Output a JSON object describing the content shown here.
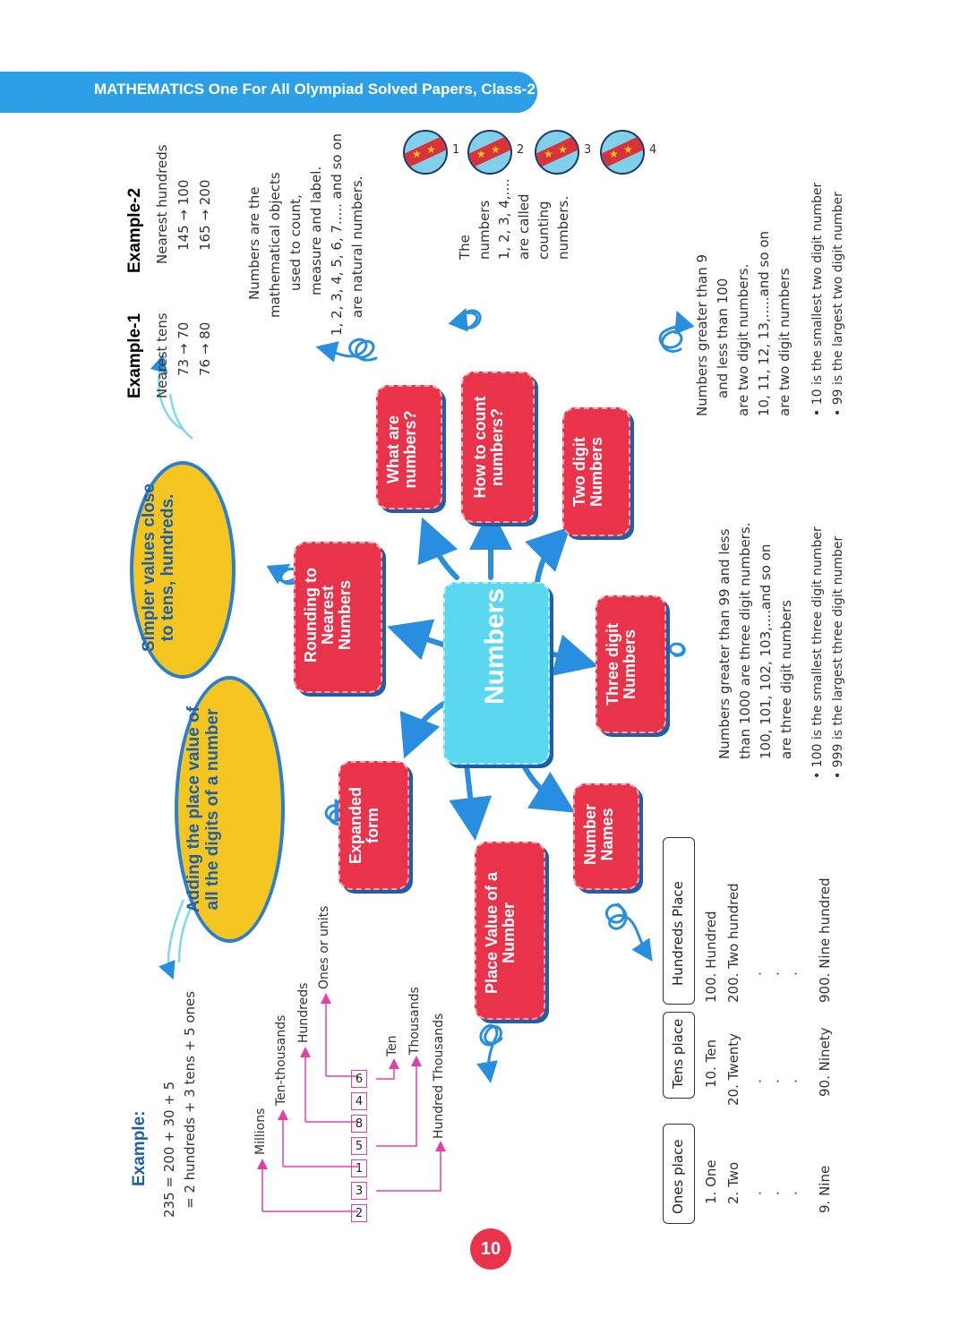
{
  "header": {
    "title": "MATHEMATICS One For All Olympiad Solved Papers, Class-2"
  },
  "page_number": "10",
  "center": {
    "label": "Numbers"
  },
  "nodes": {
    "what": "What are numbers?",
    "count": "How to count numbers?",
    "two_digit": "Two digit Numbers",
    "three_digit": "Three digit Numbers",
    "rounding": "Rounding to Nearest Numbers",
    "expanded": "Expanded form",
    "place_value": "Place Value of a Number",
    "number_names": "Number Names"
  },
  "bubbles": {
    "simpler": "Simpler values close to tens, hundreds.",
    "adding": "Adding the place value of all the digits of a number"
  },
  "rounding_examples": {
    "ex1_title": "Example-1",
    "ex1_sub": "Nearest tens",
    "ex1_l1": "73 → 70",
    "ex1_l2": "76 → 80",
    "ex2_title": "Example-2",
    "ex2_sub": "Nearest hundreds",
    "ex2_l1": "145 → 100",
    "ex2_l2": "165 → 200"
  },
  "what_text": {
    "l1": "Numbers are the",
    "l2": "mathematical objects",
    "l3": "used to count,",
    "l4": "measure and label.",
    "l5": "1, 2, 3, 4, 5, 6, 7..... and so on",
    "l6": "are natural numbers."
  },
  "count_text": {
    "l1": "The",
    "l2": "numbers",
    "l3": "1, 2, 3, 4,....",
    "l4": "are called",
    "l5": "counting",
    "l6": "numbers."
  },
  "balls": [
    "1",
    "2",
    "3",
    "4"
  ],
  "two_digit_text": {
    "l1": "Numbers greater than 9",
    "l2": "and less than 100",
    "l3": "are two digit numbers.",
    "l4": "10, 11, 12, 13,.....and so on",
    "l5": "are two digit numbers",
    "b1": "• 10 is the smallest two digit number",
    "b2": "• 99 is the largest two digit number"
  },
  "three_digit_text": {
    "l1": "Numbers greater than 99 and less",
    "l2": "than 1000 are three digit numbers.",
    "l3": "100, 101, 102, 103,....and so on",
    "l4": "are three digit numbers",
    "b1": "• 100 is the smallest three digit number",
    "b2": "• 999 is the largest three digit number"
  },
  "expanded_example": {
    "title": "Example:",
    "l1": "235 = 200 + 30 + 5",
    "l2": "= 2 hundreds + 3 tens + 5 ones"
  },
  "place_diagram": {
    "digits": [
      "2",
      "3",
      "1",
      "5",
      "8",
      "4",
      "6"
    ],
    "labels": {
      "millions": "Millions",
      "ten_thousands": "Ten-thousands",
      "hundreds": "Hundreds",
      "ones": "Ones or units",
      "ten": "Ten",
      "thousands": "Thousands",
      "hundred_thousands": "Hundred Thousands"
    }
  },
  "names_table": {
    "headers": [
      "Ones place",
      "Tens place",
      "Hundreds Place"
    ],
    "ones": [
      "1.  One",
      "2.  Two",
      "·",
      "·",
      "·",
      "9.  Nine"
    ],
    "tens": [
      "10.  Ten",
      "20.  Twenty",
      "·",
      "·",
      "·",
      "90.  Ninety"
    ],
    "hundreds": [
      "100.  Hundred",
      "200.  Two hundred",
      "·",
      "·",
      "·",
      "900.  Nine hundred"
    ]
  },
  "colors": {
    "header": "#2c9fe6",
    "node_red": "#e8334a",
    "center_cyan": "#5ad8f0",
    "bubble_yellow": "#f5c521",
    "arrow_blue": "#2a8ee0",
    "magenta": "#e040a8"
  }
}
